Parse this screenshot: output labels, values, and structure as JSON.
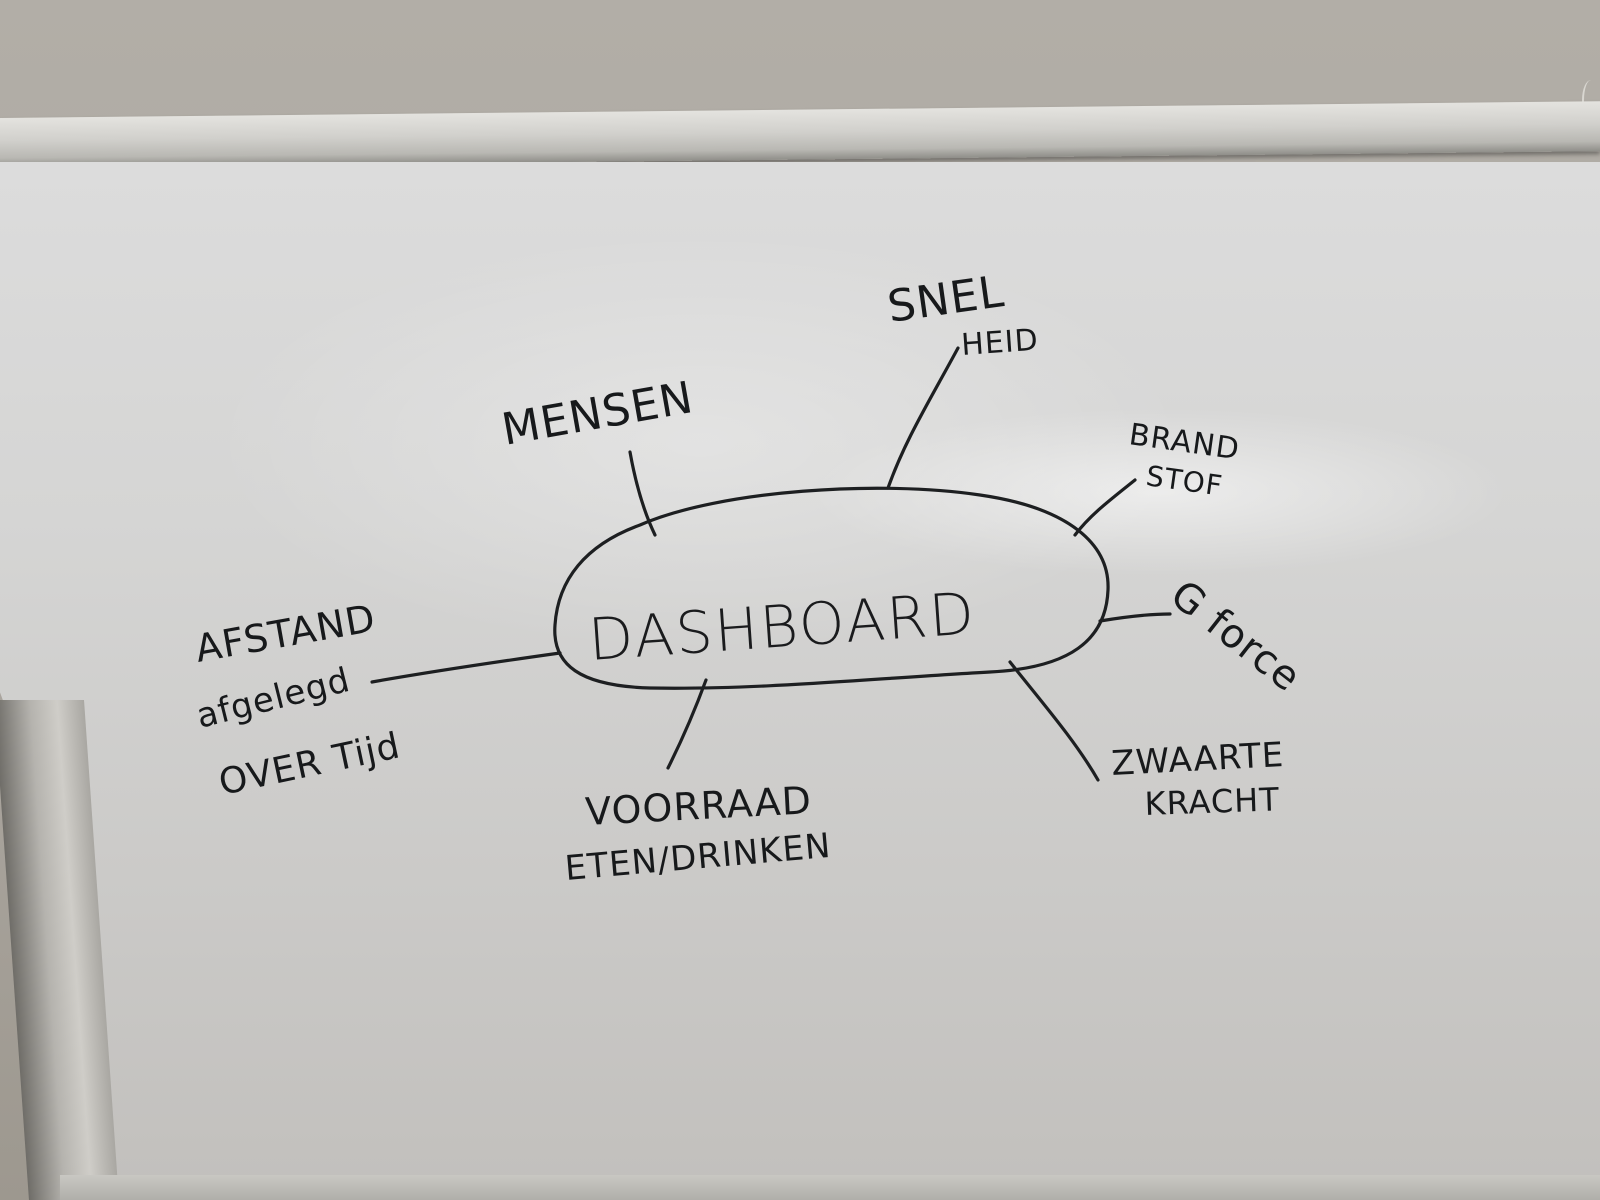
{
  "whiteboard": {
    "center_label": "DASHBOARD",
    "branches": [
      {
        "id": "mensen",
        "lines": [
          "MENSEN"
        ]
      },
      {
        "id": "snelheid",
        "lines": [
          "SNEL",
          "HEID"
        ]
      },
      {
        "id": "brandstof",
        "lines": [
          "BRAND",
          "STOF"
        ]
      },
      {
        "id": "afstand",
        "lines": [
          "AFSTAND",
          "afgelegd",
          "OVER Tijd"
        ]
      },
      {
        "id": "g-force",
        "lines": [
          "G force"
        ]
      },
      {
        "id": "voorraad",
        "lines": [
          "VOORRAAD",
          "ETEN/DRINKEN"
        ]
      },
      {
        "id": "zwaartekracht",
        "lines": [
          "ZWAARTE",
          "KRACHT"
        ]
      }
    ]
  },
  "colors": {
    "ink": "#1d1f21",
    "board": "#d5d5d4",
    "wall": "#aaa59e"
  }
}
